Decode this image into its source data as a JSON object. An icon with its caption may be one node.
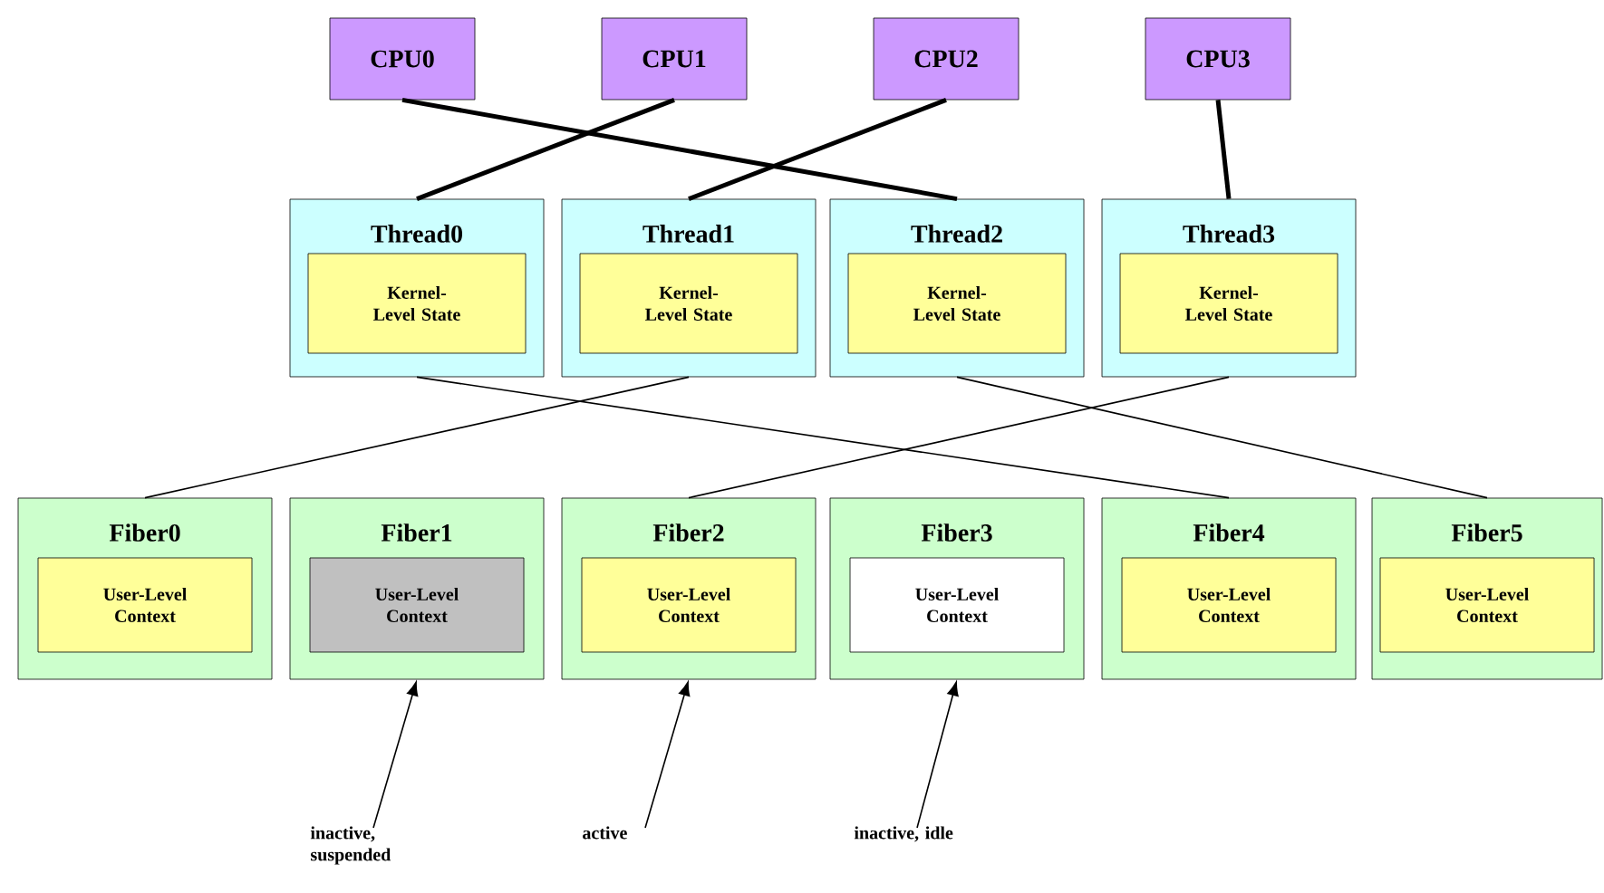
{
  "diagram": {
    "nodes": [
      {
        "text": [
          "CPU0"
        ]
      },
      {
        "text": [
          "CPU1"
        ]
      },
      {
        "text": [
          "CPU2"
        ]
      },
      {
        "text": [
          "CPU3"
        ]
      },
      {
        "text": [
          "Thread0"
        ]
      },
      {
        "text": [
          "Kernel-Level State"
        ],
        "in": 4
      },
      {
        "text": [
          "Thread1"
        ]
      },
      {
        "text": [
          "Kernel-Level State"
        ],
        "in": 6
      },
      {
        "text": [
          "Thread2"
        ]
      },
      {
        "text": [
          "Kernel-Level State"
        ],
        "in": 8
      },
      {
        "text": [
          "Thread3"
        ]
      },
      {
        "text": [
          "Kernel-Level State"
        ],
        "in": 10
      },
      {
        "text": [
          "Fiber0"
        ]
      },
      {
        "text": [
          "User-Level Context"
        ],
        "in": 12
      },
      {
        "text": [
          "Fiber1"
        ]
      },
      {
        "text": [
          "User-Level Context"
        ],
        "in": 14
      },
      {
        "text": [
          "Fiber2"
        ]
      },
      {
        "text": [
          "User-Level Context"
        ],
        "in": 16
      },
      {
        "text": [
          "Fiber3"
        ]
      },
      {
        "text": [
          "User-Level Context"
        ],
        "in": 18
      },
      {
        "text": [
          "Fiber4"
        ]
      },
      {
        "text": [
          "User-Level Context"
        ],
        "in": 20
      },
      {
        "text": [
          "Fiber5"
        ]
      },
      {
        "text": [
          "User-Level Context"
        ],
        "in": 22
      },
      {
        "text": [
          "inactive, suspended"
        ]
      },
      {
        "text": [
          "active"
        ]
      },
      {
        "text": [
          "inactive, idle"
        ]
      }
    ],
    "edges": [
      {
        "from": 0,
        "to": 8,
        "arrow": "none",
        "style": "thick"
      },
      {
        "from": 1,
        "to": 4,
        "arrow": "none",
        "style": "thick"
      },
      {
        "from": 2,
        "to": 6,
        "arrow": "none",
        "style": "thick"
      },
      {
        "from": 3,
        "to": 10,
        "arrow": "none",
        "style": "thick"
      },
      {
        "from": 4,
        "to": 20,
        "arrow": "none"
      },
      {
        "from": 6,
        "to": 12,
        "arrow": "none"
      },
      {
        "from": 8,
        "to": 22,
        "arrow": "none"
      },
      {
        "from": 10,
        "to": 16,
        "arrow": "none"
      },
      {
        "from": 24,
        "to": 14,
        "arrow": "to"
      },
      {
        "from": 25,
        "to": 16,
        "arrow": "to"
      },
      {
        "from": 26,
        "to": 18,
        "arrow": "to"
      }
    ]
  }
}
